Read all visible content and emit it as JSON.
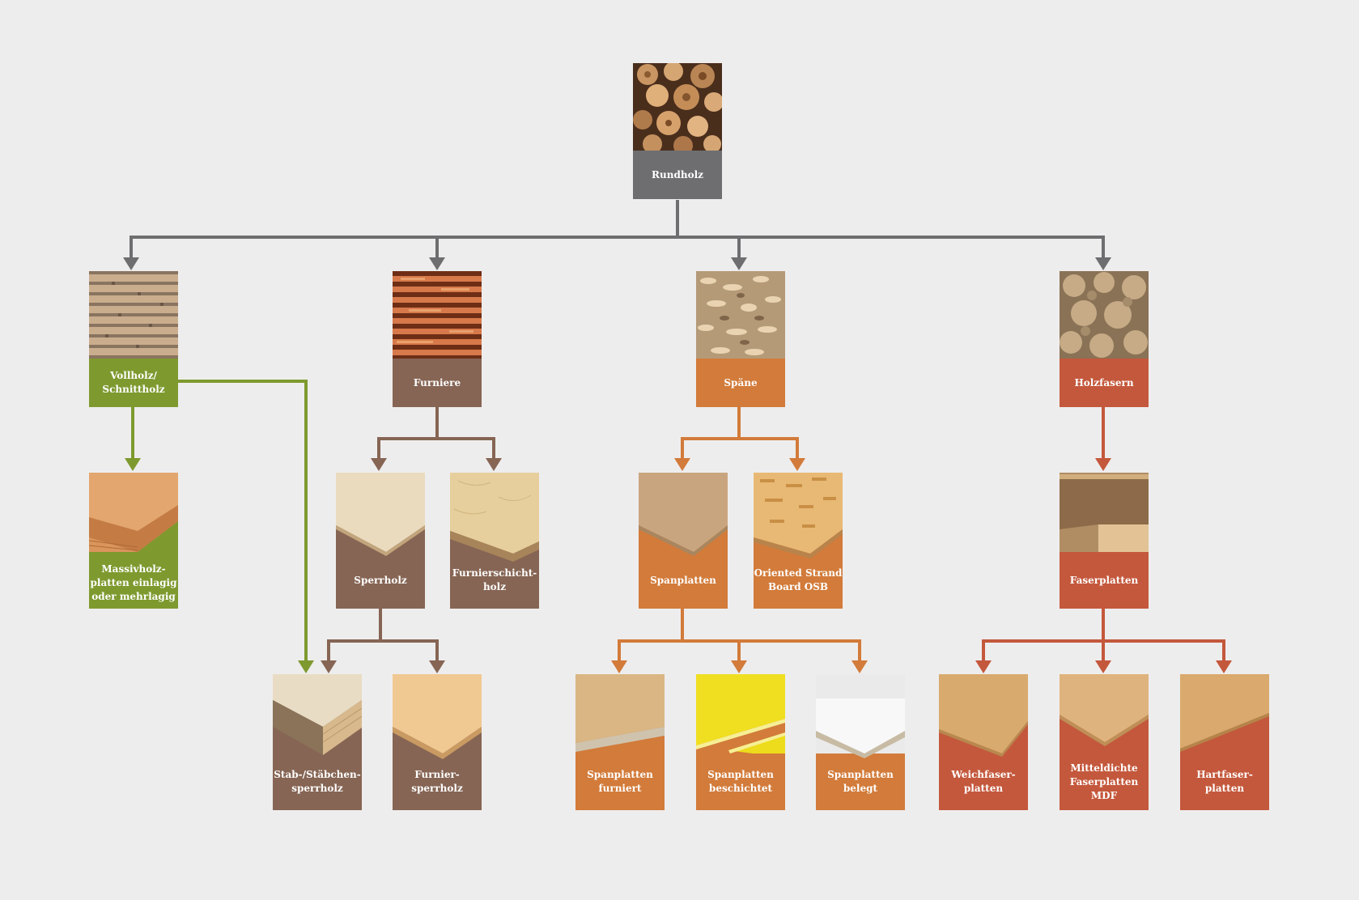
{
  "colors": {
    "grey": "#6e6e70",
    "green": "#7e9a2f",
    "brown": "#866554",
    "orange": "#d27b3a",
    "red": "#c4583c"
  },
  "nodes": {
    "rundholz": "Rundholz",
    "vollholz": "Vollholz/\nSchnittholz",
    "furniere": "Furniere",
    "spaene": "Späne",
    "holzfasern": "Holzfasern",
    "massivholz": "Massivholz-\nplatten einlagig\noder mehrlagig",
    "sperrholz": "Sperrholz",
    "furnierschichtholz": "Furnierschicht-\nholz",
    "spanplatten": "Spanplatten",
    "osb": "Oriented Strand\nBoard OSB",
    "faserplatten": "Faserplatten",
    "stabsperrholz": "Stab-/Stäbchen-\nsperrholz",
    "furniersperrholz": "Furnier-\nsperrholz",
    "spanplatten_furniert": "Spanplatten\nfurniert",
    "spanplatten_beschichtet": "Spanplatten\nbeschichtet",
    "spanplatten_belegt": "Spanplatten\nbelegt",
    "weichfaserplatten": "Weichfaser-\nplatten",
    "mdf": "Mitteldichte\nFaserplatten\nMDF",
    "hartfaserplatten": "Hartfaser-\nplatten"
  }
}
